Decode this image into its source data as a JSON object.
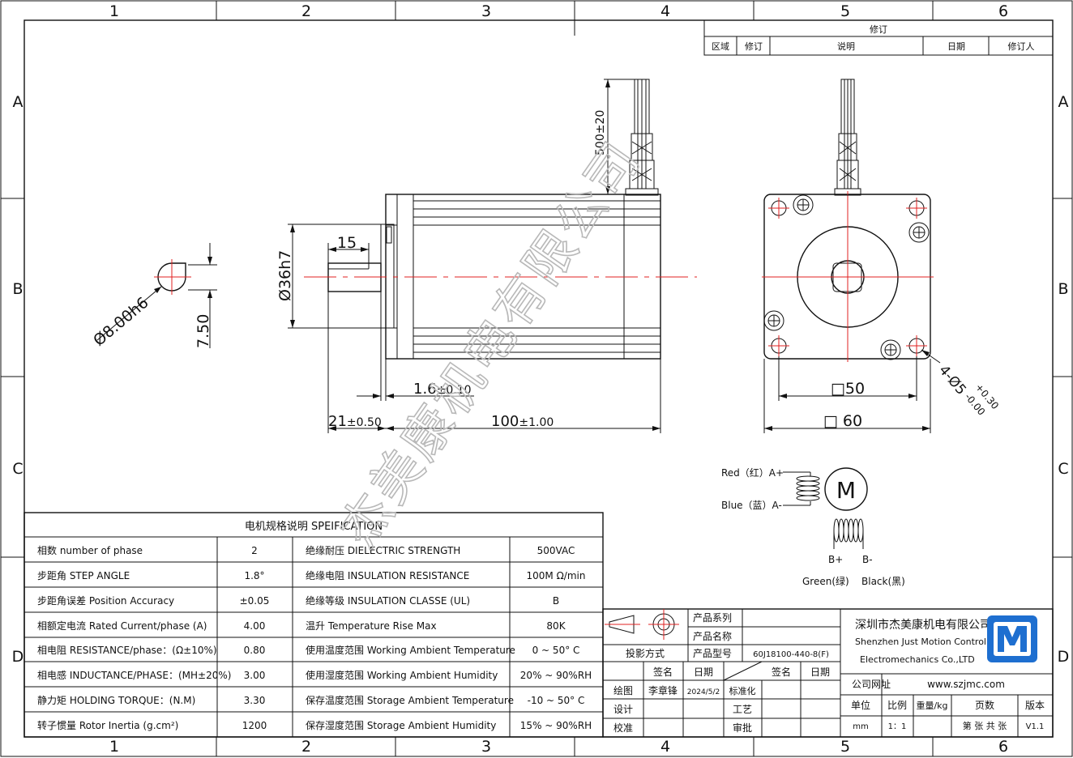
{
  "frame": {
    "cols": [
      "1",
      "2",
      "3",
      "4",
      "5",
      "6"
    ],
    "rows": [
      "A",
      "B",
      "C",
      "D"
    ]
  },
  "revision": {
    "title": "修订",
    "headers": [
      "区域",
      "修订",
      "说明",
      "日期",
      "修订人"
    ]
  },
  "watermark": "杰美康机电有限公司",
  "dims": {
    "cable_len": "500±20",
    "shaft_len": "15",
    "pilot_dia": "Ø36h7",
    "shaft_dia": "Ø8.00h6",
    "flat": "7.50",
    "flange_thk_main": "1.6",
    "flange_thk_tol": "±0.10",
    "shaft_ext_main": "21",
    "shaft_ext_tol": "±0.50",
    "body_len_main": "100",
    "body_len_tol": "±1.00",
    "hole_spacing": "□50",
    "flange_size": "□ 60",
    "holes": "4-Ø5",
    "holes_tol_plus": "+0.30",
    "holes_tol_minus": "-0.00"
  },
  "wiring": {
    "red": "Red（红）A+",
    "blue": "Blue（蓝）A-",
    "motor": "M",
    "bplus": "B+",
    "bminus": "B-",
    "green": "Green(绿)",
    "black": "Black(黑)"
  },
  "spec": {
    "title": "电机规格说明 SPEIFICATION",
    "rows": [
      {
        "label": "相数 number of phase",
        "value": "2",
        "label2": "绝缘耐压 DIELECTRIC STRENGTH",
        "value2": "500VAC"
      },
      {
        "label": "步距角 STEP ANGLE",
        "value": "1.8°",
        "label2": "绝缘电阻 INSULATION RESISTANCE",
        "value2": "100M Ω/min"
      },
      {
        "label": "步距角误差 Position Accuracy",
        "value": "±0.05",
        "label2": "绝缘等级 INSULATION CLASSE (UL)",
        "value2": "B"
      },
      {
        "label": "相额定电流 Rated Current/phase (A)",
        "value": "4.00",
        "label2": "温升 Temperature Rise Max",
        "value2": "80K"
      },
      {
        "label": "相电阻 RESISTANCE/phase：(Ω±10%)",
        "value": "0.80",
        "label2": "使用温度范围 Working Ambient Temperature",
        "value2": "0 ~ 50° C"
      },
      {
        "label": "相电感 INDUCTANCE/PHASE：(MH±20%)",
        "value": "3.00",
        "label2": "使用湿度范围 Working Ambient Humidity",
        "value2": "20% ~ 90%RH"
      },
      {
        "label": "静力矩 HOLDING TORQUE：(N.M)",
        "value": "3.30",
        "label2": "保存温度范围 Storage Ambient Temperature",
        "value2": "-10 ~ 50° C"
      },
      {
        "label": "转子惯量 Rotor Inertia (g.cm²)",
        "value": "1200",
        "label2": "保存湿度范围 Storage Ambient Humidity",
        "value2": "15% ~ 90%RH"
      }
    ]
  },
  "titleblock": {
    "projection": "投影方式",
    "series": "产品系列",
    "name": "产品名称",
    "model_label": "产品型号",
    "model": "60J18100-440-8(F)",
    "sign": "签名",
    "date": "日期",
    "sign2": "签名",
    "date2": "日期",
    "draw": "绘图",
    "drawer": "李章锋",
    "draw_date": "2024/5/2",
    "standard": "标准化",
    "design": "设计",
    "process": "工艺",
    "check": "校准",
    "approve": "审批",
    "company_cn": "深圳市杰美康机电有限公司",
    "company_en1": "Shenzhen Just Motion Control",
    "company_en2": "Electromechanics Co.,LTD",
    "website_label": "公司网址",
    "website": "www.szjmc.com",
    "unit": "单位",
    "scale": "比例",
    "weight": "重量/kg",
    "pages": "页数",
    "version_label": "版本",
    "unit_val": "mm",
    "scale_val": "1：1",
    "pages_val": "第 张 共 张",
    "version": "V1.1"
  }
}
